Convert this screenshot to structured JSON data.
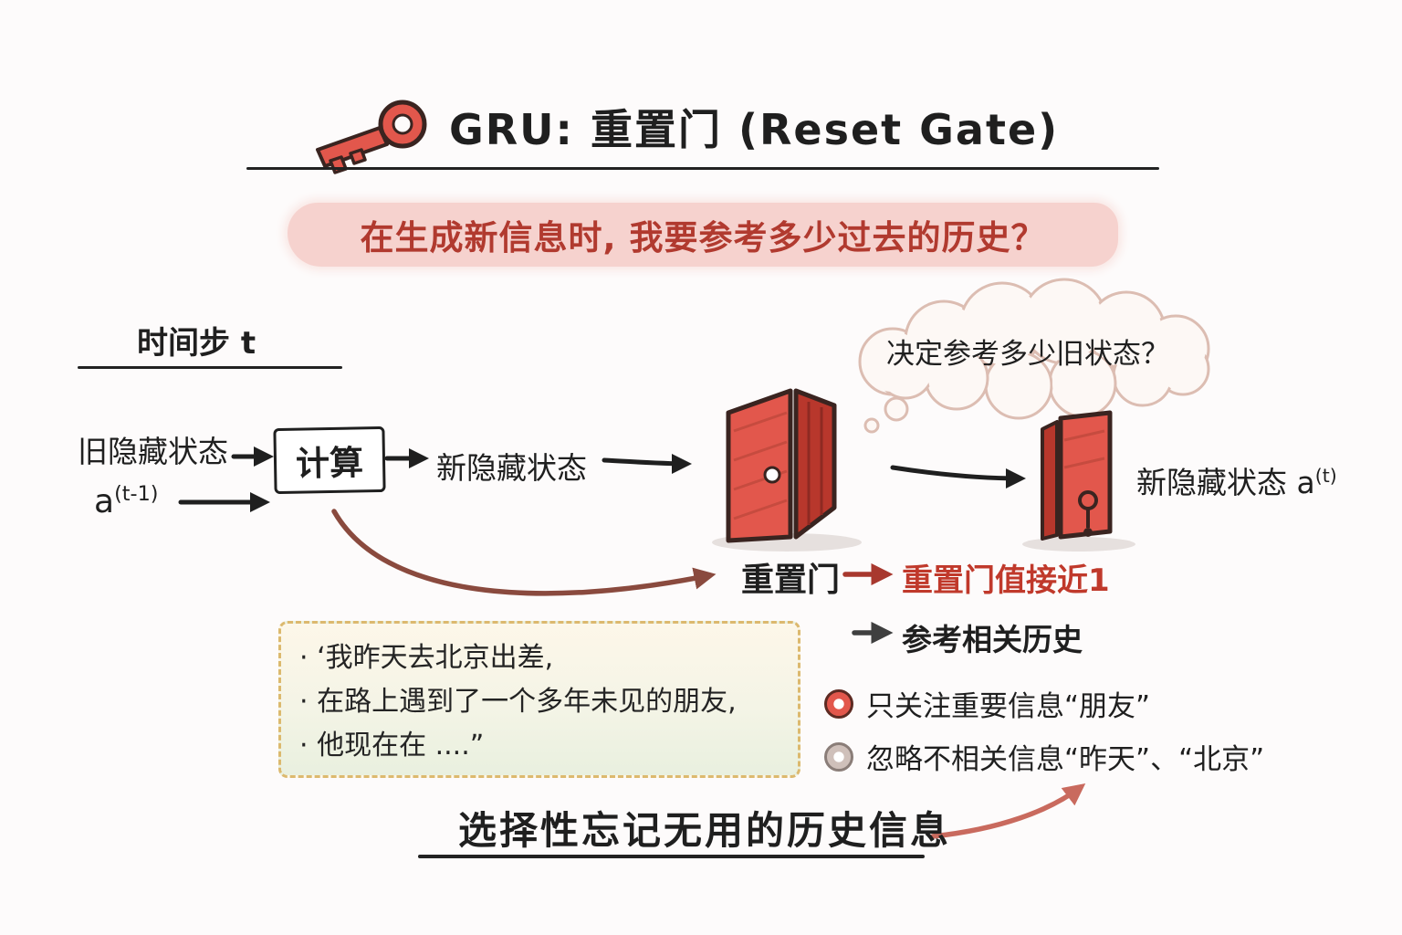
{
  "colors": {
    "accent_red": "#e2574c",
    "dark_red": "#b8372c",
    "highlight_pink": "#f6d2ce",
    "note_red": "#b13a2f",
    "text_dark": "#1f1f1f"
  },
  "header": {
    "title": "GRU: 重置门 (Reset Gate)",
    "icon": "key-icon"
  },
  "subtitle": "在生成新信息时, 我要参考多少过去的历史？",
  "timestep": {
    "label": "时间步 t"
  },
  "flow": {
    "old_state_label": "旧隐藏状态",
    "old_state_var": "a",
    "old_state_sup": "(t-1)",
    "compute_label": "计算",
    "new_state_label": "新隐藏状态",
    "final_state_label": "新隐藏状态 a",
    "final_state_sup": "(t)"
  },
  "thought": {
    "text": "决定参考多少旧状态？"
  },
  "reset_gate": {
    "label": "重置门",
    "value_note": "重置门值接近1",
    "history_note": "参考相关历史"
  },
  "example": {
    "lines": [
      "· ‘我昨天去北京出差,",
      "· 在路上遇到了一个多年未见的朋友,",
      "· 他现在在 ....”"
    ]
  },
  "bullets": [
    {
      "name": "focus-important",
      "text": "只关注重要信息“朋友”"
    },
    {
      "name": "ignore-irrelevant",
      "text": "忽略不相关信息“昨天”、“北京”"
    }
  ],
  "footer": {
    "text": "选择性忘记无用的历史信息"
  }
}
